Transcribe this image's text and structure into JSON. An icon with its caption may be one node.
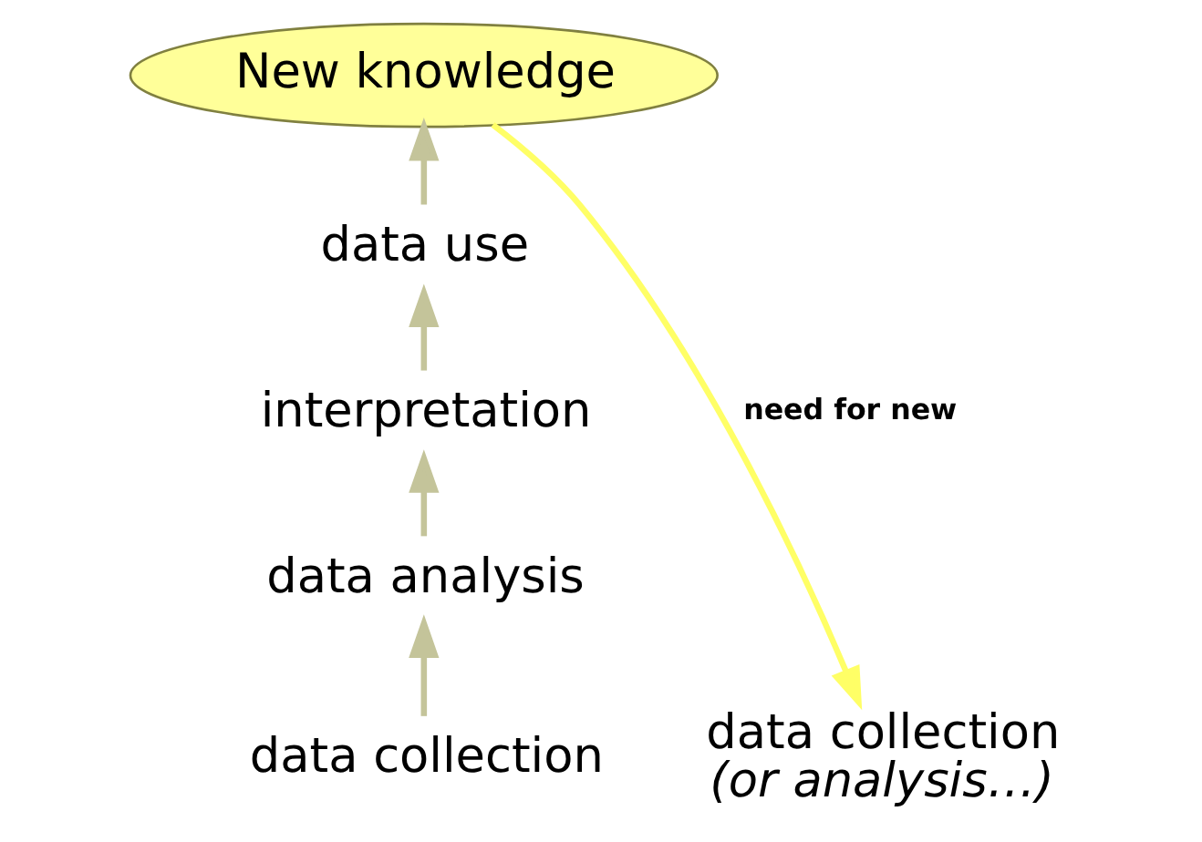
{
  "diagram": {
    "nodes": [
      {
        "text": [
          "data collection"
        ]
      },
      {
        "text": [
          "data analysis"
        ]
      },
      {
        "text": [
          "interpretation"
        ]
      },
      {
        "text": [
          "data use"
        ]
      },
      {
        "text": [
          "New knowledge"
        ]
      },
      {
        "text": [
          "data collection",
          "(or analysis…)"
        ]
      }
    ],
    "edges": [
      {
        "from": 0,
        "to": 1,
        "arrow": "to"
      },
      {
        "from": 1,
        "to": 2,
        "arrow": "to"
      },
      {
        "from": 2,
        "to": 3,
        "arrow": "to"
      },
      {
        "from": 3,
        "to": 4,
        "arrow": "to"
      },
      {
        "from": 4,
        "to": 5,
        "arrow": "to",
        "color": "#ffff66",
        "label": "need for new"
      }
    ]
  }
}
